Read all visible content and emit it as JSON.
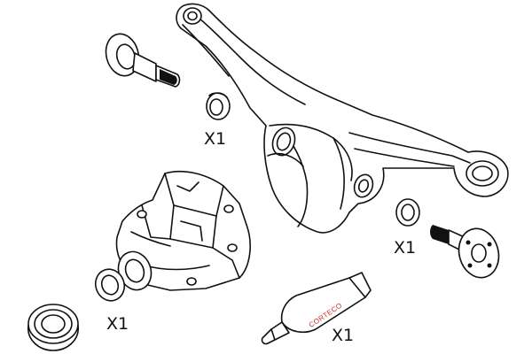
{
  "colors": {
    "line": "#111111",
    "brand": "#cc2a2a",
    "background": "#ffffff"
  },
  "quantity_labels": {
    "small_seal_left": "X1",
    "small_seal_right": "X1",
    "differential_seal": "X1",
    "sealant_tube": "X1"
  },
  "sealant_tube": {
    "brand_text": "CORTECO"
  }
}
